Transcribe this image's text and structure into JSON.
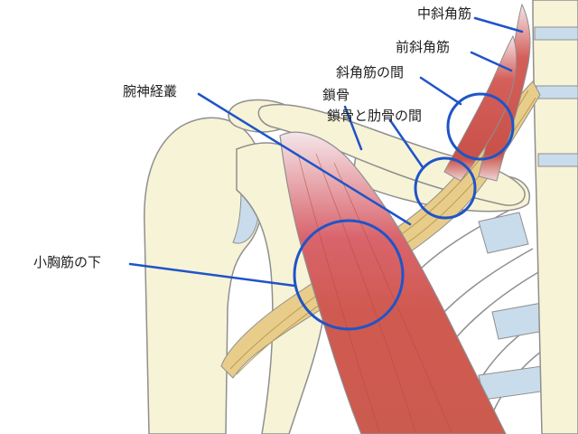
{
  "labels": {
    "middle_scalene": "中斜角筋",
    "anterior_scalene": "前斜角筋",
    "interscalene": "斜角筋の間",
    "clavicle": "鎖骨",
    "costoclavicular": "鎖骨と肋骨の間",
    "brachial_plexus": "腕神経叢",
    "pectoralis_minor_under": "小胸筋の下"
  },
  "colors": {
    "bone": "#f7f3d6",
    "bone_outline": "#8f8f8f",
    "muscle": "#d55a50",
    "muscle_light": "#f0d9dc",
    "nerve": "#e8cd8a",
    "cartilage": "#c9dcec",
    "pointer": "#1f54c8",
    "circle": "#1f54c8"
  }
}
